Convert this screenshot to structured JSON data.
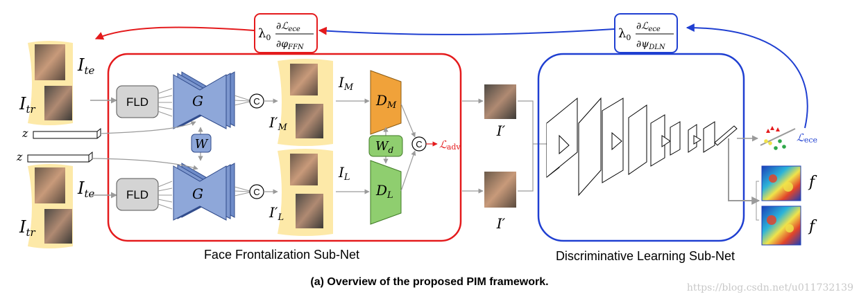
{
  "top_formulas": {
    "ffn_grad": {
      "lambda": "λ",
      "sub": "0",
      "numerator": "∂ℒ",
      "numerator_sub": "ece",
      "denominator": "∂φ",
      "denominator_sub": "FFN",
      "color": "#e41a1c"
    },
    "dln_grad": {
      "lambda": "λ",
      "sub": "0",
      "numerator": "∂ℒ",
      "numerator_sub": "ece",
      "denominator": "∂ψ",
      "denominator_sub": "DLN",
      "color": "#1f3fd1"
    }
  },
  "inputs": {
    "top": {
      "label_te": "I",
      "label_te_sub": "te",
      "label_tr": "I",
      "label_tr_sub": "tr"
    },
    "bottom": {
      "label_te": "I",
      "label_te_sub": "te",
      "label_tr": "I",
      "label_tr_sub": "tr"
    },
    "z_top": "z",
    "z_bottom": "z"
  },
  "ffn": {
    "fld_top": "FLD",
    "fld_bottom": "FLD",
    "g_top": "G",
    "g_bottom": "G",
    "w_shared": "W",
    "concat_top": "C",
    "concat_bottom": "C",
    "im_label": "I",
    "im_sub": "M",
    "im_prime_label": "I′",
    "im_prime_sub": "M",
    "il_label": "I",
    "il_sub": "L",
    "il_prime_label": "I′",
    "il_prime_sub": "L",
    "dm_label": "D",
    "dm_sub": "M",
    "dl_label": "D",
    "dl_sub": "L",
    "wd_label": "W",
    "wd_sub": "d",
    "concat_mid": "C",
    "ladv": "ℒ",
    "ladv_sub": "adv",
    "ladv_color": "#e41a1c",
    "caption": "Face Frontalization Sub-Net",
    "border_color": "#e41a1c"
  },
  "dln": {
    "i_prime_top": "I′",
    "i_prime_bottom": "I′",
    "lece": "ℒ",
    "lece_sub": "ece",
    "lece_color": "#1f3fd1",
    "f_top": "f",
    "f_bottom": "f",
    "caption": "Discriminative Learning Sub-Net",
    "border_color": "#1f3fd1"
  },
  "figure_caption": "(a) Overview of the proposed PIM framework.",
  "watermark": "https://blog.csdn.net/u011732139",
  "colors": {
    "g_block": "#8ea7d9",
    "g_edge": "#2f4a8a",
    "d_block": "#f0a23a",
    "wd_block": "#8fce6f",
    "fld_block": "#d4d4d4",
    "face_strip": "#fde9a8",
    "arrow_gray": "#9a9a9a"
  }
}
